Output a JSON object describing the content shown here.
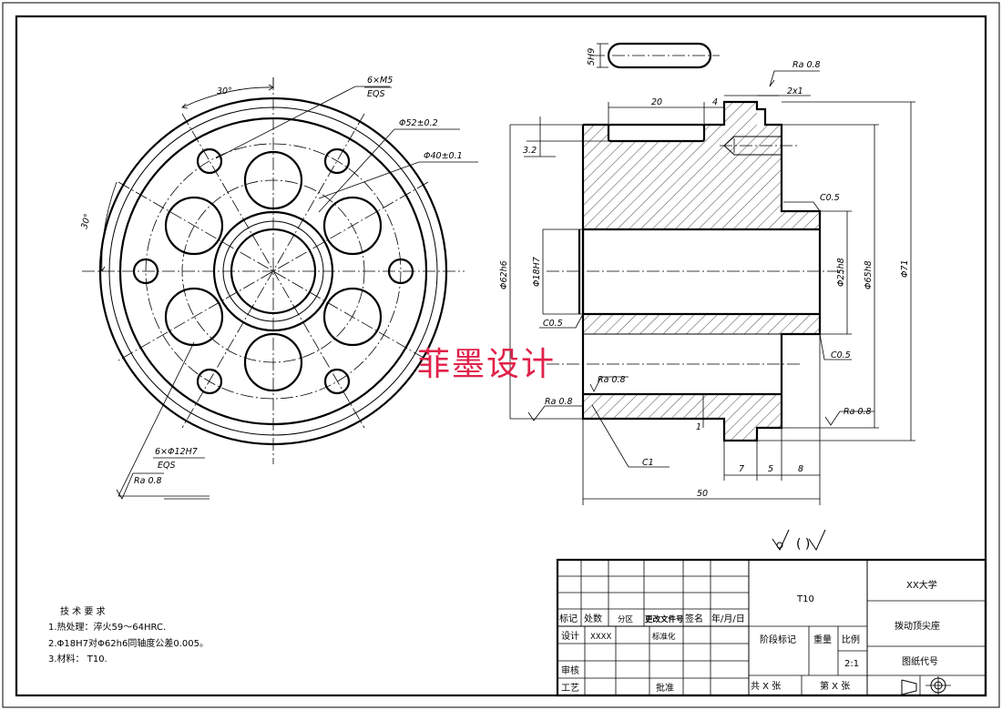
{
  "watermark": "菲墨设计",
  "front_view": {
    "angle_top": "30°",
    "angle_left": "30°",
    "holes_m5": "6×M5",
    "holes_m5_eqs": "EQS",
    "dia_52": "Φ52±0.2",
    "dia_40": "Φ40±0.1",
    "holes_12": "6×Φ12H7",
    "holes_12_eqs": "EQS",
    "ra_hole": "Ra 0.8"
  },
  "section_view": {
    "slot_height": "5H9",
    "len_20": "20",
    "len_4": "4",
    "chamfer_2x1": "2x1",
    "ra_top": "Ra 0.8",
    "depth_32": "3.2",
    "dia_62": "Φ62h6",
    "dia_18": "Φ18H7",
    "dia_25": "Φ25h8",
    "dia_65": "Φ65h8",
    "dia_71": "Φ71",
    "c05_top": "C0.5",
    "c05_left": "C0.5",
    "c05_right": "C0.5",
    "ra_bore": "Ra 0.8",
    "ra_left": "Ra 0.8",
    "ra_right": "Ra 0.8",
    "dim_1": "1",
    "c1": "C1",
    "len_7": "7",
    "len_5": "5",
    "len_8": "8",
    "len_50": "50"
  },
  "surface_symbol": "( )",
  "tech_req": {
    "title": "技 术 要 求",
    "line1": "1.热处理：淬火59～64HRC.",
    "line2": "2.Φ18H7对Φ62h6同轴度公差0.005。",
    "line3": "3.材料：  T10."
  },
  "title_block": {
    "material": "T10",
    "school": "XX大学",
    "part_name": "拨动顶尖座",
    "drawing_code": "图纸代号",
    "mark": "标记",
    "count": "处数",
    "zone": "分区",
    "change_doc": "更改文件号",
    "sign": "签名",
    "date": "年/月/日",
    "design": "设计",
    "designer": "XXXX",
    "standardize": "标准化",
    "review": "审核",
    "process": "工艺",
    "approve": "批准",
    "stage_mark": "阶段标记",
    "weight": "重量",
    "scale_label": "比例",
    "scale": "2:1",
    "total": "共  X  张",
    "sheet": "第  X  张"
  }
}
